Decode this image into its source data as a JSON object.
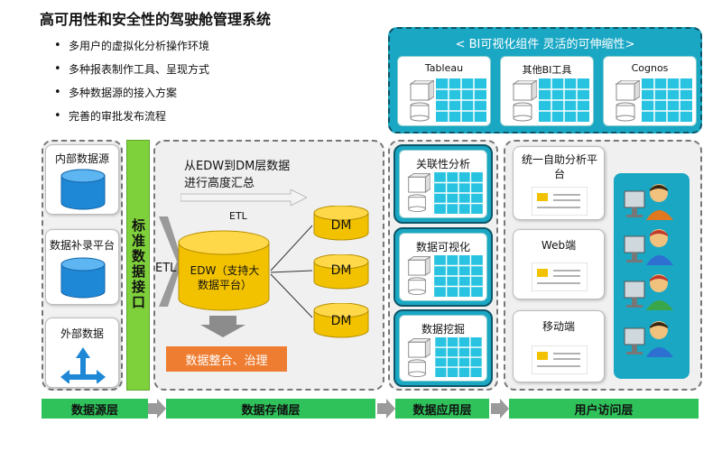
{
  "title": "高可用性和安全性的驾驶舱管理系统",
  "bullets": [
    "多用户的虚拟化分析操作环境",
    "多种报表制作工具、呈现方式",
    "多种数据源的接入方案",
    "完善的审批发布流程"
  ],
  "bi_panel": {
    "header": "< BI可视化组件 灵活的可伸缩性>",
    "tools": [
      "Tableau",
      "其他BI工具",
      "Cognos"
    ]
  },
  "source_layer": {
    "items": [
      "内部数据源",
      "数据补录平台",
      "外部数据"
    ]
  },
  "standard_interface": "标准数据接口",
  "storage_layer": {
    "summary_text": "从EDW到DM层数据进行高度汇总",
    "etl_top": "ETL",
    "etl_left": "ETL",
    "edw_label": "EDW（支持大数据平台）",
    "dm_labels": [
      "DM",
      "DM",
      "DM"
    ],
    "governance_button": "数据整合、治理"
  },
  "app_layer": {
    "items": [
      "关联性分析",
      "数据可视化",
      "数据挖掘"
    ]
  },
  "access_layer": {
    "items": [
      "统一自助分析平台",
      "Web端",
      "移动端"
    ]
  },
  "bottom_bar": [
    "数据源层",
    "数据存储层",
    "数据应用层",
    "用户访问层"
  ],
  "colors": {
    "teal": "#1aa7c4",
    "green": "#2fc25b",
    "yellow": "#f2c200",
    "blue_db": "#1e88d6",
    "orange": "#ee7d31",
    "grid_cyan": "#27c3e0"
  }
}
